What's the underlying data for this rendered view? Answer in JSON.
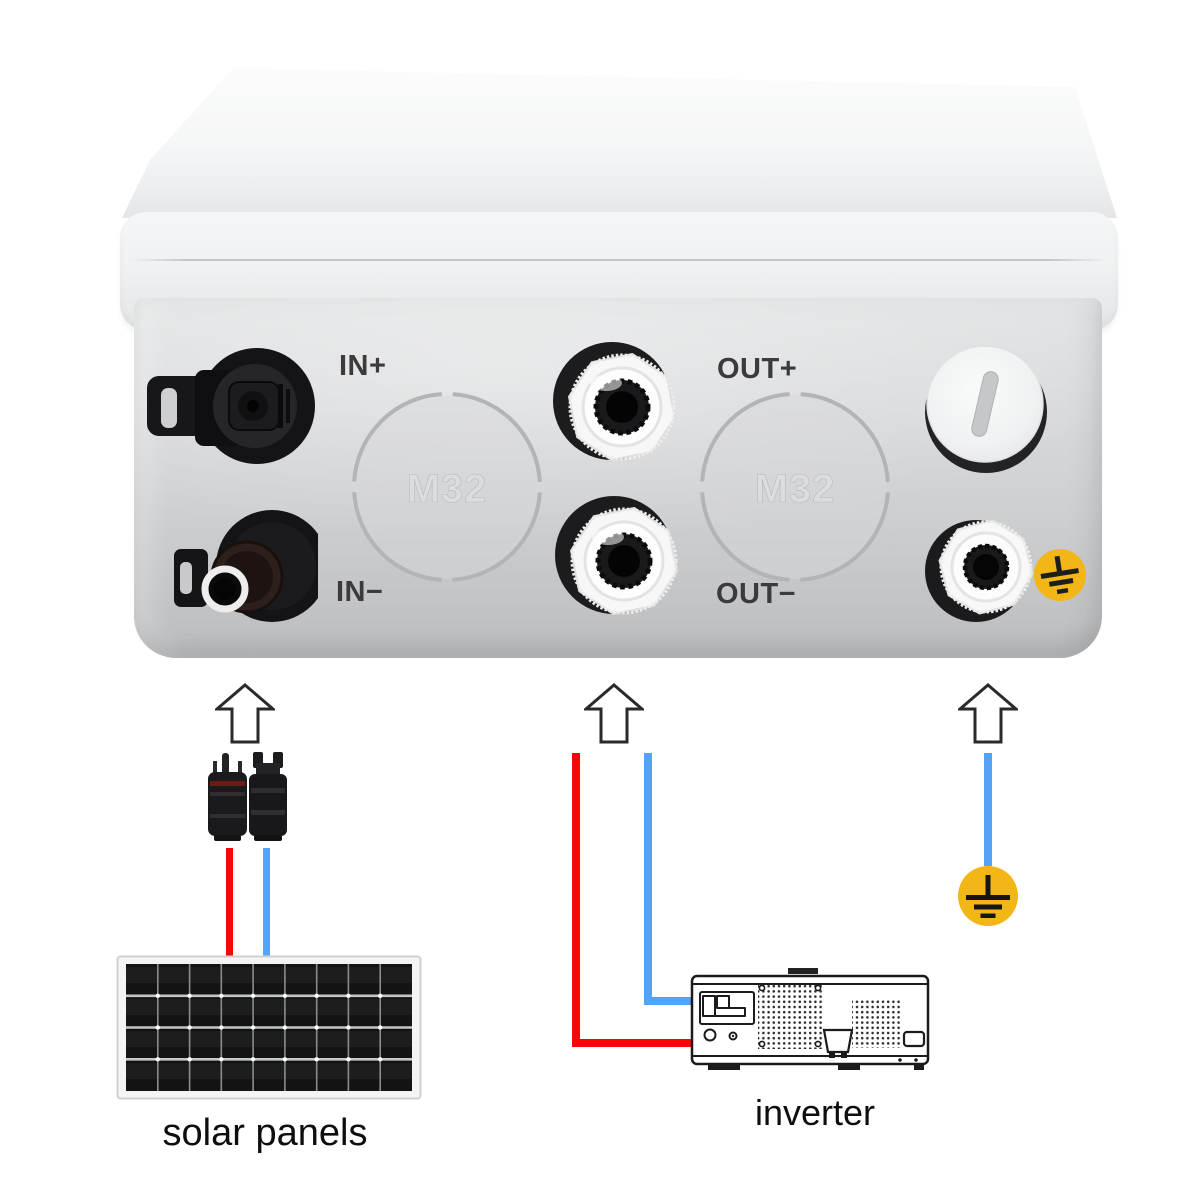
{
  "box": {
    "port_labels": {
      "in_plus": "IN+",
      "in_minus": "IN−",
      "out_plus": "OUT+",
      "out_minus": "OUT−"
    },
    "knockouts": [
      {
        "label": "M32"
      },
      {
        "label": "M32"
      }
    ]
  },
  "captions": {
    "solar_panels": "solar panels",
    "inverter": "inverter"
  },
  "colors": {
    "positive_wire": "#f50808",
    "negative_wire": "#55a3f5",
    "ground_yellow": "#f2b616",
    "arrow_outline": "#2a2a2c"
  },
  "icons": {
    "arrow": "up-arrow",
    "ground": "earth-ground-symbol",
    "pv_connectors": "mc4-connector-pair"
  }
}
